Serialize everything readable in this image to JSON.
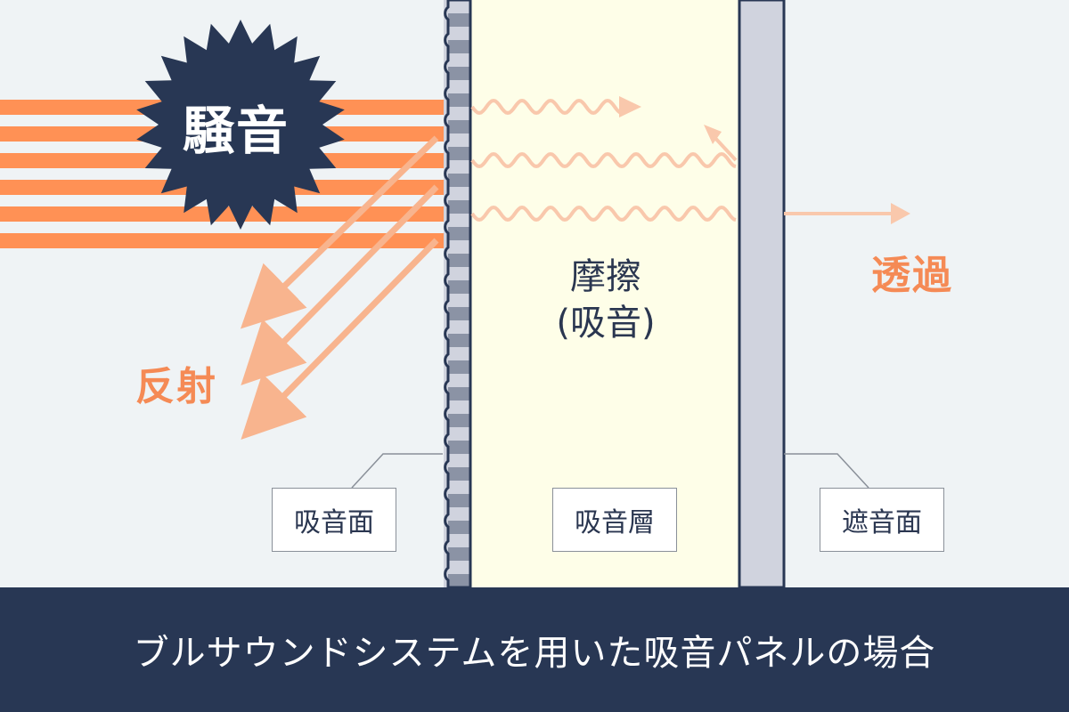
{
  "labels": {
    "noise": "騒音",
    "reflection": "反射",
    "transmission": "透過",
    "friction_line1": "摩擦",
    "friction_line2": "(吸音)",
    "absorbing_surface": "吸音面",
    "absorbing_layer": "吸音層",
    "blocking_surface": "遮音面"
  },
  "footer": {
    "caption": "ブルサウンドシステムを用いた吸音パネルの場合"
  },
  "colors": {
    "background": "#eff3f5",
    "navy": "#283754",
    "orange": "#ff9155",
    "orange_light": "#f8b48e",
    "orange_pale": "#f9c8ac",
    "layer_fill": "#fefee8",
    "panel_gray": "#d0d3de",
    "panel_dark": "#8b93a5"
  }
}
